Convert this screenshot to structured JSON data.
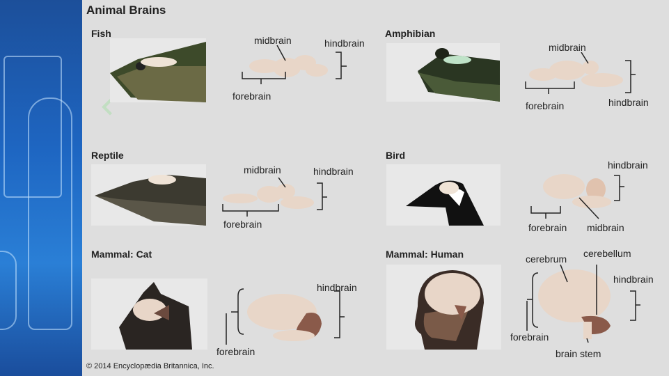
{
  "title": "Animal Brains",
  "credit": "© 2014 Encyclopædia Britannica, Inc.",
  "sections": {
    "fish": "Fish",
    "amphibian": "Amphibian",
    "reptile": "Reptile",
    "bird": "Bird",
    "cat": "Mammal: Cat",
    "human": "Mammal: Human"
  },
  "labels": {
    "midbrain": "midbrain",
    "hindbrain": "hindbrain",
    "forebrain": "forebrain",
    "cerebrum": "cerebrum",
    "cerebellum": "cerebellum",
    "brain_stem": "brain stem"
  },
  "colors": {
    "brain": "#e8d6c8",
    "cerebellum": "#8a5a4a",
    "line": "#222222"
  }
}
